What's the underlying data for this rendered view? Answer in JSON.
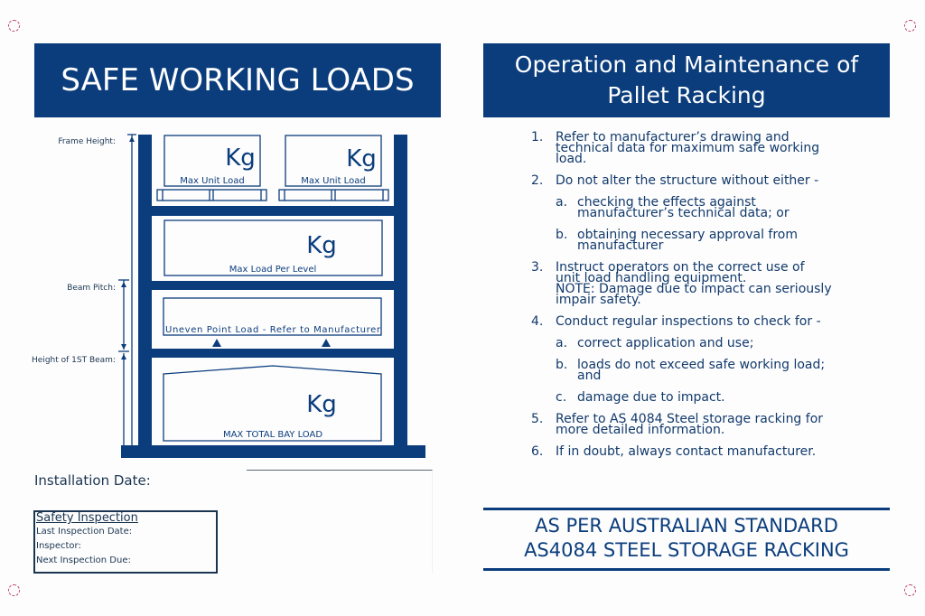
{
  "left_title": "SAFE WORKING LOADS",
  "right_title": [
    "Operation and Maintenance of",
    "Pallet Racking"
  ],
  "rack": {
    "unit": "Kg",
    "max_unit_load": "Max Unit Load",
    "max_load_per_level": "Max Load Per Level",
    "uneven_point_load": "Uneven Point Load - Refer to Manufacturer",
    "max_total_bay_load": "MAX TOTAL BAY LOAD",
    "frame_height": "Frame Height:",
    "beam_pitch": "Beam Pitch:",
    "height_first_beam": "Height of 1ST Beam:"
  },
  "instructions": [
    {
      "n": "1.",
      "lines": [
        "Refer to manufacturer’s drawing and",
        "technical data for maximum safe working",
        "load."
      ]
    },
    {
      "n": "2.",
      "lines": [
        "Do not alter the structure without either -"
      ],
      "sub": [
        {
          "n": "a.",
          "lines": [
            "checking the effects against",
            "manufacturer’s technical data; or"
          ]
        },
        {
          "n": "b.",
          "lines": [
            "obtaining necessary approval from",
            "manufacturer"
          ]
        }
      ]
    },
    {
      "n": "3.",
      "lines": [
        "Instruct operators on the correct use of",
        "unit load handling equipment.",
        "NOTE: Damage due to impact can seriously",
        "impair safety."
      ]
    },
    {
      "n": "4.",
      "lines": [
        "Conduct regular inspections to check for -"
      ],
      "sub": [
        {
          "n": "a.",
          "lines": [
            "correct application and use;"
          ]
        },
        {
          "n": "b.",
          "lines": [
            "loads do not exceed safe working load;",
            "and"
          ]
        },
        {
          "n": "c.",
          "lines": [
            "damage due to impact."
          ]
        }
      ]
    },
    {
      "n": "5.",
      "lines": [
        "Refer to AS 4084 Steel storage racking for",
        "more detailed information."
      ]
    },
    {
      "n": "6.",
      "lines": [
        "If in doubt, always contact manufacturer."
      ]
    }
  ],
  "installation_date": "Installation Date:",
  "safety_inspection": {
    "title": "Safety Inspection",
    "last": "Last Inspection Date:",
    "inspector": "Inspector:",
    "next": "Next Inspection Due:"
  },
  "standard": [
    "AS PER AUSTRALIAN STANDARD",
    "AS4084 STEEL STORAGE RACKING"
  ],
  "colors": {
    "brand": "#0b3d7c"
  }
}
